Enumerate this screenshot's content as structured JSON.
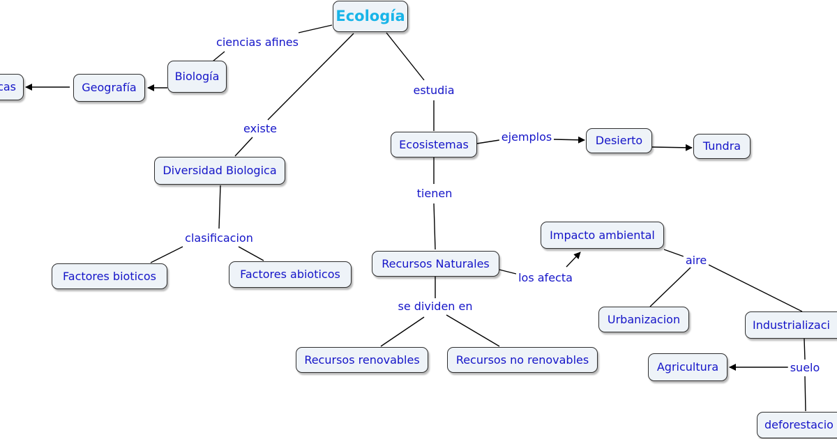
{
  "nodes": {
    "ecologia": "Ecología",
    "biologia": "Biología",
    "geografia": "Geografía",
    "offscreen_left": "cas",
    "diversidad": "Diversidad Biologica",
    "ecosistemas": "Ecosistemas",
    "desierto": "Desierto",
    "tundra": "Tundra",
    "factores_bioticos": "Factores bioticos",
    "factores_abioticos": "Factores abioticos",
    "recursos_naturales": "Recursos Naturales",
    "impacto": "Impacto ambiental",
    "urbanizacion": "Urbanizacion",
    "industrializacion": "Industrializaci",
    "agricultura": "Agricultura",
    "renovables": "Recursos renovables",
    "no_renovables": "Recursos no renovables",
    "deforestacion": "deforestacio"
  },
  "links": {
    "ciencias_afines": "ciencias afines",
    "estudia": "estudia",
    "existe": "existe",
    "ejemplos": "ejemplos",
    "tienen": "tienen",
    "clasificacion": "clasificacion",
    "los_afecta": "los afecta",
    "aire": "aire",
    "se_dividen_en": "se dividen en",
    "suelo": "suelo"
  },
  "colors": {
    "node_fill": "#eef3f8",
    "node_border": "#2e2e2e",
    "node_text": "#1414c8",
    "title_text": "#18b4e8",
    "connector": "#000000"
  }
}
